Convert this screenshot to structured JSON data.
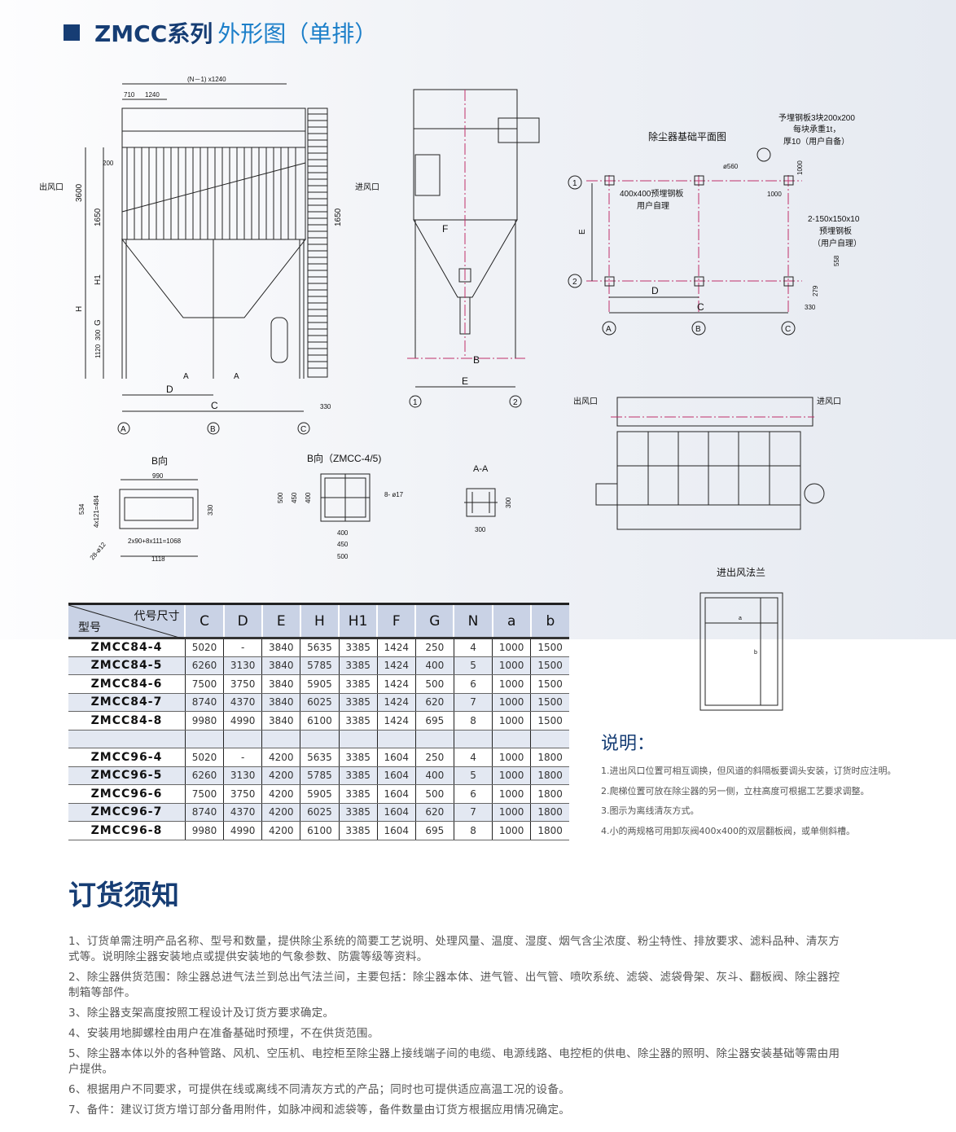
{
  "title": {
    "series": "ZMCC系列",
    "subtitle": "外形图（单排）"
  },
  "drawing": {
    "front": {
      "top_dim": "(N－1) x1240",
      "d710": "710",
      "d1240": "1240",
      "d200": "200",
      "outlet": "出风口",
      "d3600": "3600",
      "d1650a": "1650",
      "inlet": "进风口",
      "d1650b": "1650",
      "h1": "H1",
      "h": "H",
      "d300": "300",
      "g": "G",
      "d1120": "1120",
      "sec_a1": "A",
      "sec_a2": "A",
      "dim_d": "D",
      "dim_c": "C",
      "d330": "330",
      "axis_a": "A",
      "axis_b": "B",
      "axis_c": "C"
    },
    "side": {
      "f": "F",
      "b": "B",
      "e": "E",
      "axis1": "1",
      "axis2": "2"
    },
    "plan": {
      "title": "除尘器基础平面图",
      "note1a": "予埋钢板3块200x200",
      "note1b": "每块承重1t，",
      "note1c": "厚10（用户自备）",
      "phi560": "ø560",
      "d1000v": "1000",
      "d1000h": "1000",
      "plate_a": "400x400预埋钢板",
      "plate_b": "用户自理",
      "note2a": "2-150x150x10",
      "note2b": "预埋钢板",
      "note2c": "（用户自理）",
      "d558": "558",
      "d279": "279",
      "d330": "330",
      "e": "E",
      "d": "D",
      "c": "C",
      "axis1": "1",
      "axis2": "2",
      "axis_a": "A",
      "axis_b": "B",
      "axis_c": "C"
    },
    "bview": {
      "title": "B向",
      "d990": "990",
      "d534": "534",
      "d484": "4x121=484",
      "d330": "330",
      "holes": "28-ø12",
      "d1068": "2x90+8x111=1068",
      "d1118": "1118"
    },
    "bview45": {
      "title": "B向（ZMCC-4/5)",
      "d500v": "500",
      "d450v": "450",
      "d400v": "400",
      "holes": "8- ø17",
      "d400": "400",
      "d450": "450",
      "d500": "500"
    },
    "aa": {
      "title": "A-A",
      "d300v": "300",
      "d300": "300"
    },
    "top": {
      "outlet": "出风口",
      "inlet": "进风口"
    },
    "flange": {
      "title": "进出风法兰",
      "a": "a",
      "b": "b"
    }
  },
  "table": {
    "corner_top": "代号尺寸",
    "corner_bottom": "型号",
    "headers": [
      "C",
      "D",
      "E",
      "H",
      "H1",
      "F",
      "G",
      "N",
      "a",
      "b"
    ],
    "rows": [
      [
        "ZMCC84-4",
        "5020",
        "-",
        "3840",
        "5635",
        "3385",
        "1424",
        "250",
        "4",
        "1000",
        "1500"
      ],
      [
        "ZMCC84-5",
        "6260",
        "3130",
        "3840",
        "5785",
        "3385",
        "1424",
        "400",
        "5",
        "1000",
        "1500"
      ],
      [
        "ZMCC84-6",
        "7500",
        "3750",
        "3840",
        "5905",
        "3385",
        "1424",
        "500",
        "6",
        "1000",
        "1500"
      ],
      [
        "ZMCC84-7",
        "8740",
        "4370",
        "3840",
        "6025",
        "3385",
        "1424",
        "620",
        "7",
        "1000",
        "1500"
      ],
      [
        "ZMCC84-8",
        "9980",
        "4990",
        "3840",
        "6100",
        "3385",
        "1424",
        "695",
        "8",
        "1000",
        "1500"
      ],
      [
        "",
        "",
        "",
        "",
        "",
        "",
        "",
        "",
        "",
        "",
        ""
      ],
      [
        "ZMCC96-4",
        "5020",
        "-",
        "4200",
        "5635",
        "3385",
        "1604",
        "250",
        "4",
        "1000",
        "1800"
      ],
      [
        "ZMCC96-5",
        "6260",
        "3130",
        "4200",
        "5785",
        "3385",
        "1604",
        "400",
        "5",
        "1000",
        "1800"
      ],
      [
        "ZMCC96-6",
        "7500",
        "3750",
        "4200",
        "5905",
        "3385",
        "1604",
        "500",
        "6",
        "1000",
        "1800"
      ],
      [
        "ZMCC96-7",
        "8740",
        "4370",
        "4200",
        "6025",
        "3385",
        "1604",
        "620",
        "7",
        "1000",
        "1800"
      ],
      [
        "ZMCC96-8",
        "9980",
        "4990",
        "4200",
        "6100",
        "3385",
        "1604",
        "695",
        "8",
        "1000",
        "1800"
      ]
    ]
  },
  "notes": {
    "title": "说明：",
    "items": [
      "1.进出风口位置可相互调换，但风道的斜隔板要调头安装，订货时应注明。",
      "2.爬梯位置可放在除尘器的另一侧，立柱高度可根据工艺要求调整。",
      "3.图示为离线清灰方式。",
      "4.小的两规格可用卸灰阀400x400的双层翻板阀，或单侧斜槽。"
    ]
  },
  "order": {
    "title": "订货须知",
    "items": [
      "1、订货单需注明产品名称、型号和数量，提供除尘系统的简要工艺说明、处理风量、温度、湿度、烟气含尘浓度、粉尘特性、排放要求、滤料品种、清灰方式等。说明除尘器安装地点或提供安装地的气象参数、防震等级等资料。",
      "2、除尘器供货范围：除尘器总进气法兰到总出气法兰间，主要包括：除尘器本体、进气管、出气管、喷吹系统、滤袋、滤袋骨架、灰斗、翻板阀、除尘器控制箱等部件。",
      "3、除尘器支架高度按照工程设计及订货方要求确定。",
      "4、安装用地脚螺栓由用户在准备基础时预埋，不在供货范围。",
      "5、除尘器本体以外的各种管路、风机、空压机、电控柜至除尘器上接线端子间的电缆、电源线路、电控柜的供电、除尘器的照明、除尘器安装基础等需由用户提供。",
      "6、根据用户不同要求，可提供在线或离线不同清灰方式的产品；同时也可提供适应高温工况的设备。",
      "7、备件：建议订货方增订部分备用附件，如脉冲阀和滤袋等，备件数量由订货方根据应用情况确定。"
    ]
  }
}
